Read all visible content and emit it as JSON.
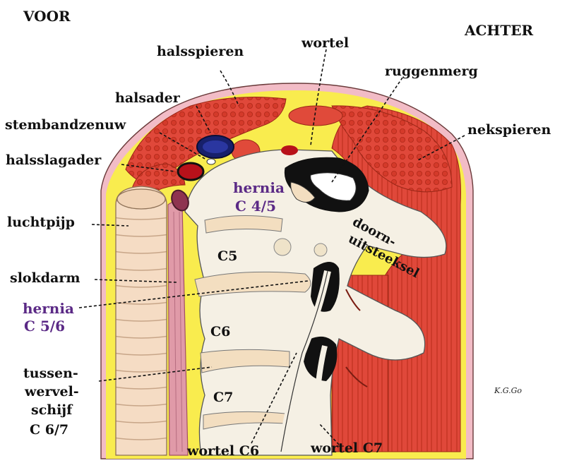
{
  "labels": {
    "voor": "VOOR",
    "achter": "ACHTER",
    "halsspieren": "halsspieren",
    "wortel": "wortel",
    "ruggenmerg": "ruggenmerg",
    "halsader": "halsader",
    "stembandzenuw": "stembandzenuw",
    "nekspieren": "nekspieren",
    "halsslagader": "halsslagader",
    "hernia_c45_line1": "hernia",
    "hernia_c45_line2": "C 4/5",
    "luchtpijp": "luchtpijp",
    "doorn_line1": "doorn-",
    "doorn_line2": "uitsteeksel",
    "c5": "C5",
    "slokdarm": "slokdarm",
    "hernia_c56_line1": "hernia",
    "hernia_c56_line2": "C 5/6",
    "c6": "C6",
    "tussen_line1": "tussen-",
    "tussen_line2": "wervel-",
    "tussen_line3": "schijf",
    "tussen_line4": "C 6/7",
    "c7": "C7",
    "signature": "K.G.Go",
    "wortel_c6": "wortel C6",
    "wortel_c7": "wortel C7"
  },
  "colors": {
    "skin": "#f2bcc6",
    "muscle": "#e0483a",
    "muscle_dark": "#c23424",
    "fat": "#f9ec4e",
    "bone": "#f5f0e4",
    "disc": "#f3dec0",
    "vein": "#17206b",
    "artery": "#b8111a",
    "hernia_text": "#5b2a86"
  }
}
